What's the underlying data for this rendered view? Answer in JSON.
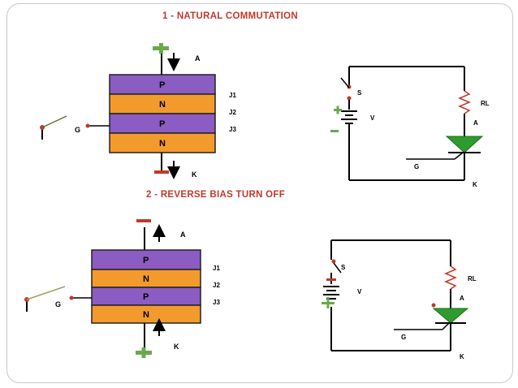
{
  "section1": {
    "title": "1 -   NATURAL COMMUTATION",
    "layers": [
      "P",
      "N",
      "P",
      "N"
    ],
    "junctions": [
      "J1",
      "J2",
      "J3"
    ],
    "anode_label": "A",
    "cathode_label": "K",
    "gate_label": "G",
    "circuit": {
      "switch_label": "S",
      "source_label": "V",
      "load_label": "RL",
      "anode_label": "A",
      "gate_label": "G",
      "cathode_label": "K"
    }
  },
  "section2": {
    "title": "2 -   REVERSE BIAS TURN OFF",
    "layers": [
      "P",
      "N",
      "P",
      "N"
    ],
    "junctions": [
      "J1",
      "J2",
      "J3"
    ],
    "anode_label": "A",
    "cathode_label": "K",
    "gate_label": "G",
    "circuit": {
      "switch_label": "S",
      "source_label": "V",
      "load_label": "RL",
      "anode_label": "A",
      "gate_label": "G",
      "cathode_label": "K"
    }
  },
  "colors": {
    "p_layer": "#8b5cc2",
    "n_layer": "#f39a2d",
    "title": "#c0392b",
    "thyristor": "#2e9b2e",
    "terminal": "#c0392b",
    "plus": "#6aa84f"
  }
}
